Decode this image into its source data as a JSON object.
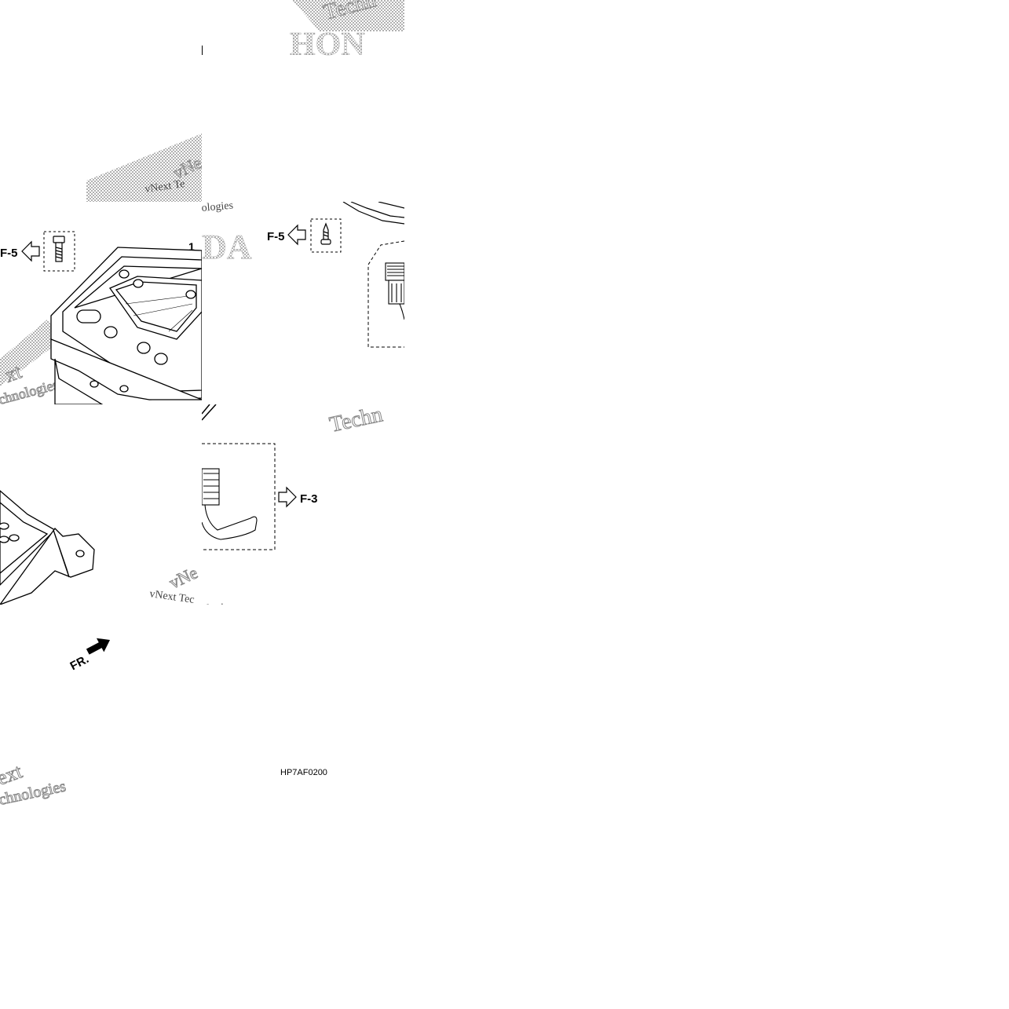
{
  "callouts": {
    "f5_left": "F-5",
    "f5_right": "F-5",
    "f3": "F-3",
    "part_1": "1",
    "front_arrow": "FR."
  },
  "diagram_code": "HP7AF0200",
  "watermark": {
    "brand": "HONDA",
    "brand_fragment_top": "HON",
    "brand_fragment_mid": "DA",
    "line1": "vNext",
    "line2": "Technologies",
    "frag_vnext_te": "vNext Te",
    "frag_vnext_tec": "vNext Tec",
    "frag_ogies": "ologies",
    "frag_techn": "Techn",
    "frag_chnologies": "chnologies",
    "frag_ext": "ext",
    "frag_xt": "xt",
    "frag_vne": "vNe"
  }
}
